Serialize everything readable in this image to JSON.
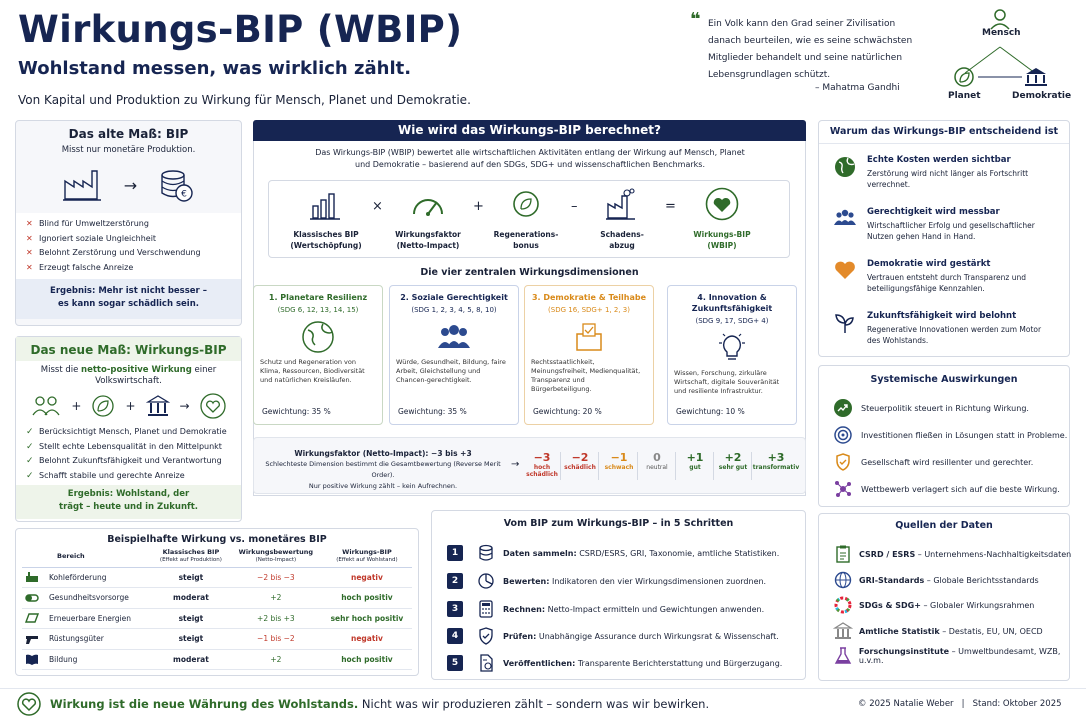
{
  "header": {
    "title": "Wirkungs-BIP (WBIP)",
    "subtitle": "Wohlstand messen, was wirklich zählt.",
    "tagline": "Von Kapital und Produktion zu Wirkung für Mensch, Planet und Demokratie.",
    "quote": "Ein Volk kann den Grad seiner Zivilisation danach beurteilen, wie es seine schwächsten Mitglieder behandelt und seine natürlichen Lebensgrundlagen schützt.",
    "quote_author": "– Mahatma Gandhi",
    "triangle": {
      "top": "Mensch",
      "left": "Planet",
      "right": "Demokratie"
    }
  },
  "old": {
    "title": "Das alte Maß: BIP",
    "sub": "Misst nur monetäre Produktion.",
    "items": [
      "Blind für Umweltzerstörung",
      "Ignoriert soziale Ungleichheit",
      "Belohnt Zerstörung und Verschwendung",
      "Erzeugt falsche Anreize"
    ],
    "result": "Ergebnis: Mehr ist nicht besser – es kann sogar schädlich sein."
  },
  "new": {
    "title": "Das neue Maß: Wirkungs-BIP",
    "sub_pre": "Misst die",
    "sub_em": "netto-positive Wirkung",
    "sub_post": "einer Volkswirtschaft.",
    "items": [
      "Berücksichtigt Mensch, Planet und Demokratie",
      "Stellt echte Lebensqualität in den Mittelpunkt",
      "Belohnt Zukunftsfähigkeit und Verantwortung",
      "Schafft stabile und gerechte Anreize"
    ],
    "result": "Ergebnis: Wohlstand, der trägt – heute und in Zukunft."
  },
  "calc": {
    "title": "Wie wird das Wirkungs-BIP berechnet?",
    "intro": "Das Wirkungs-BIP (WBIP) bewertet alle wirtschaftlichen Aktivitäten entlang der Wirkung auf Mensch, Planet und Demokratie – basierend auf den SDGs, SDG+ und wissenschaftlichen Benchmarks.",
    "terms": [
      {
        "l1": "Klassisches BIP",
        "l2": "(Wertschöpfung)"
      },
      {
        "l1": "Wirkungsfaktor",
        "l2": "(Netto-Impact)"
      },
      {
        "l1": "Regenerations-",
        "l2": "bonus"
      },
      {
        "l1": "Schadens-",
        "l2": "abzug"
      },
      {
        "l1": "Wirkungs-BIP",
        "l2": "(WBIP)"
      }
    ],
    "ops": [
      "×",
      "+",
      "–",
      "="
    ]
  },
  "dims": {
    "title": "Die vier zentralen Wirkungsdimensionen",
    "items": [
      {
        "h": "1. Planetare Resilienz",
        "s": "(SDG 6, 12, 13, 14, 15)",
        "d": "Schutz und Regeneration von Klima, Ressourcen, Biodiversität und natürlichen Kreisläufen.",
        "w": "Gewichtung: 35 %"
      },
      {
        "h": "2. Soziale Gerechtigkeit",
        "s": "(SDG 1, 2, 3, 4, 5, 8, 10)",
        "d": "Würde, Gesundheit, Bildung, faire Arbeit, Gleichstellung und Chancen-gerechtigkeit.",
        "w": "Gewichtung: 35 %"
      },
      {
        "h": "3. Demokratie & Teilhabe",
        "s": "(SDG 16, SDG+ 1, 2, 3)",
        "d": "Rechtsstaatlichkeit, Meinungsfreiheit, Medienqualität, Transparenz und Bürgerbeteiligung.",
        "w": "Gewichtung: 20 %"
      },
      {
        "h": "4. Innovation & Zukunftsfähigkeit",
        "s": "(SDG 9, 17, SDG+ 4)",
        "d": "Wissen, Forschung, zirkuläre Wirtschaft, digitale Souveränität und resiliente Infrastruktur.",
        "w": "Gewichtung: 10 %"
      }
    ]
  },
  "factor": {
    "title": "Wirkungsfaktor (Netto-Impact): −3 bis +3",
    "l2": "Schlechteste Dimension bestimmt die Gesamtbewertung (Reverse Merit Order).",
    "l3": "Nur positive Wirkung zählt – kein Aufrechnen.",
    "scale": [
      {
        "n": "−3",
        "l": "hoch schädlich",
        "c": "#c0392b"
      },
      {
        "n": "−2",
        "l": "schädlich",
        "c": "#c0392b"
      },
      {
        "n": "−1",
        "l": "schwach",
        "c": "#d98a1a"
      },
      {
        "n": "0",
        "l": "neutral",
        "c": "#888888"
      },
      {
        "n": "+1",
        "l": "gut",
        "c": "#2f6b2a"
      },
      {
        "n": "+2",
        "l": "sehr gut",
        "c": "#2f6b2a"
      },
      {
        "n": "+3",
        "l": "transformativ",
        "c": "#2f6b2a"
      }
    ]
  },
  "table": {
    "title": "Beispielhafte Wirkung vs. monetäres BIP",
    "headers": [
      {
        "a": "Bereich",
        "b": ""
      },
      {
        "a": "Klassisches BIP",
        "b": "(Effekt auf Produktion)"
      },
      {
        "a": "Wirkungsbewertung",
        "b": "(Netto-Impact)"
      },
      {
        "a": "Wirkungs-BIP",
        "b": "(Effekt auf Wohlstand)"
      }
    ],
    "rows": [
      [
        "Kohleförderung",
        "steigt",
        "−2 bis −3",
        "negativ"
      ],
      [
        "Gesundheitsvorsorge",
        "moderat",
        "+2",
        "hoch positiv"
      ],
      [
        "Erneuerbare Energien",
        "steigt",
        "+2 bis +3",
        "sehr hoch positiv"
      ],
      [
        "Rüstungsgüter",
        "steigt",
        "−1 bis −2",
        "negativ"
      ],
      [
        "Bildung",
        "moderat",
        "+2",
        "hoch positiv"
      ]
    ]
  },
  "steps": {
    "title": "Vom BIP zum Wirkungs-BIP – in 5 Schritten",
    "items": [
      {
        "n": "1",
        "k": "Daten sammeln:",
        "t": " CSRD/ESRS, GRI, Taxonomie, amtliche Statistiken."
      },
      {
        "n": "2",
        "k": "Bewerten:",
        "t": " Indikatoren den vier Wirkungsdimensionen zuordnen."
      },
      {
        "n": "3",
        "k": "Rechnen:",
        "t": " Netto-Impact ermitteln und Gewichtungen anwenden."
      },
      {
        "n": "4",
        "k": "Prüfen:",
        "t": " Unabhängige Assurance durch Wirkungsrat & Wissenschaft."
      },
      {
        "n": "5",
        "k": "Veröffentlichen:",
        "t": " Transparente Berichterstattung und Bürgerzugang."
      }
    ]
  },
  "why": {
    "title": "Warum das Wirkungs-BIP entscheidend ist",
    "items": [
      {
        "h": "Echte Kosten werden sichtbar",
        "d": "Zerstörung wird nicht länger als Fortschritt verrechnet."
      },
      {
        "h": "Gerechtigkeit wird messbar",
        "d": "Wirtschaftlicher Erfolg und gesellschaftlicher Nutzen gehen Hand in Hand."
      },
      {
        "h": "Demokratie wird gestärkt",
        "d": "Vertrauen entsteht durch Transparenz und beteiligungsfähige Kennzahlen."
      },
      {
        "h": "Zukunftsfähigkeit wird belohnt",
        "d": "Regenerative Innovationen werden zum Motor des Wohlstands."
      }
    ]
  },
  "systemic": {
    "title": "Systemische Auswirkungen",
    "items": [
      "Steuerpolitik steuert in Richtung Wirkung.",
      "Investitionen fließen in Lösungen statt in Probleme.",
      "Gesellschaft wird resillenter und gerechter.",
      "Wettbewerb verlagert sich auf die beste Wirkung."
    ]
  },
  "sources": {
    "title": "Quellen der Daten",
    "items": [
      {
        "k": "CSRD / ESRS",
        "t": " – Unternehmens-Nachhaltigkeitsdaten"
      },
      {
        "k": "GRI-Standards",
        "t": " – Globale Berichtsstandards"
      },
      {
        "k": "SDGs & SDG+",
        "t": " – Globaler Wirkungsrahmen"
      },
      {
        "k": "Amtliche Statistik",
        "t": " – Destatis, EU, UN, OECD"
      },
      {
        "k": "Forschungsinstitute",
        "t": " – Umweltbundesamt, WZB, u.v.m."
      }
    ]
  },
  "footer": {
    "strong": "Wirkung ist die neue Währung des Wohlstands.",
    "rest": " Nicht was wir produzieren zählt – sondern was wir bewirken.",
    "copy": "© 2025 Natalie Weber   |   Stand: Oktober 2025"
  }
}
